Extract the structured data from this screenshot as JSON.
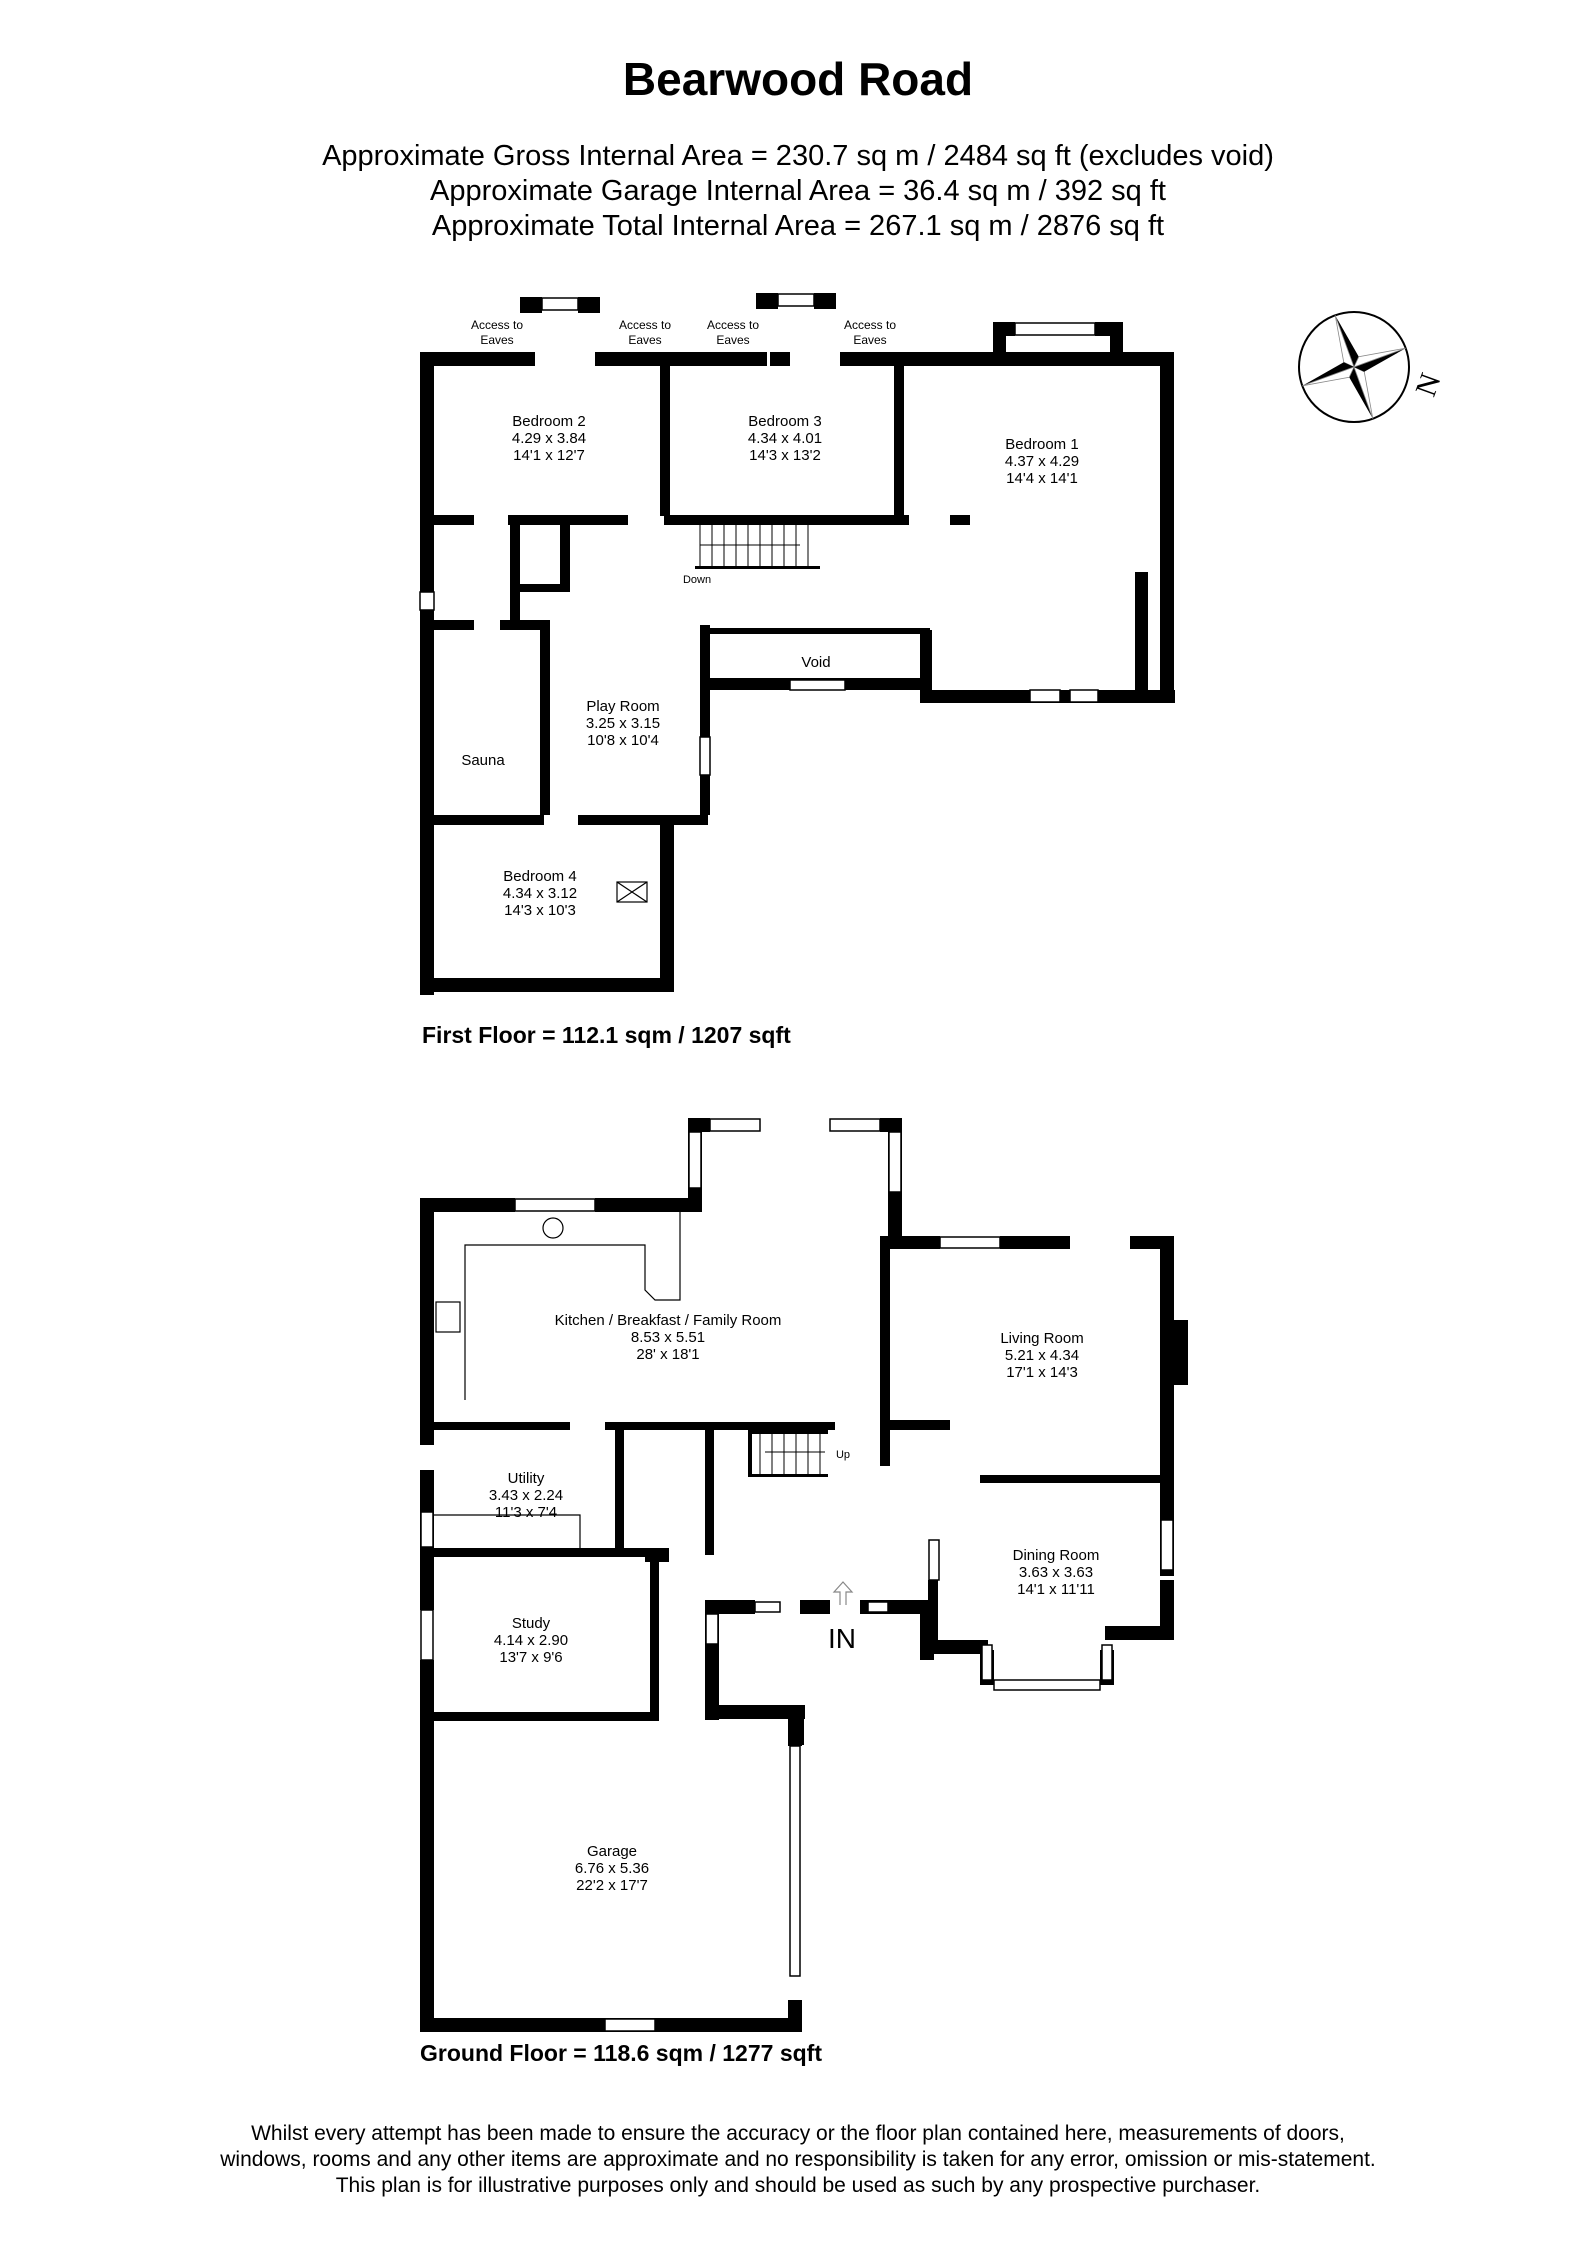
{
  "header": {
    "title": "Bearwood Road",
    "areas": [
      "Approximate Gross Internal Area = 230.7 sq m / 2484 sq ft (excludes void)",
      "Approximate Garage Internal Area = 36.4 sq m / 392 sq ft",
      "Approximate Total Internal Area = 267.1 sq m / 2876 sq ft"
    ]
  },
  "compass": {
    "icon": "compass-rose-icon",
    "north_label": "N"
  },
  "first_floor": {
    "total": "First Floor = 112.1 sqm / 1207 sqft",
    "eaves_label": [
      "Access to",
      "Eaves"
    ],
    "down_label": "Down",
    "void_label": "Void",
    "sauna_label": "Sauna",
    "rooms": [
      {
        "name": "Bedroom 2",
        "metric": "4.29 x 3.84",
        "imperial": "14'1 x 12'7"
      },
      {
        "name": "Bedroom 3",
        "metric": "4.34 x 4.01",
        "imperial": "14'3 x 13'2"
      },
      {
        "name": "Bedroom 1",
        "metric": "4.37 x 4.29",
        "imperial": "14'4 x 14'1"
      },
      {
        "name": "Play Room",
        "metric": "3.25 x 3.15",
        "imperial": "10'8 x 10'4"
      },
      {
        "name": "Bedroom 4",
        "metric": "4.34 x 3.12",
        "imperial": "14'3 x 10'3"
      }
    ]
  },
  "ground_floor": {
    "total": "Ground Floor = 118.6 sqm / 1277 sqft",
    "up_label": "Up",
    "entrance_label": "IN",
    "rooms": [
      {
        "name": "Kitchen / Breakfast / Family Room",
        "metric": "8.53 x 5.51",
        "imperial": "28' x 18'1"
      },
      {
        "name": "Living Room",
        "metric": "5.21 x 4.34",
        "imperial": "17'1 x 14'3"
      },
      {
        "name": "Utility",
        "metric": "3.43 x 2.24",
        "imperial": "11'3 x 7'4"
      },
      {
        "name": "Dining Room",
        "metric": "3.63 x 3.63",
        "imperial": "14'1 x 11'11"
      },
      {
        "name": "Study",
        "metric": "4.14 x 2.90",
        "imperial": "13'7 x 9'6"
      },
      {
        "name": "Garage",
        "metric": "6.76 x 5.36",
        "imperial": "22'2 x 17'7"
      }
    ]
  },
  "disclaimer": [
    "Whilst every attempt has been made to ensure the accuracy or the floor plan contained here, measurements of doors,",
    "windows, rooms and any other items are approximate and no responsibility is taken for any error, omission or mis-statement.",
    "This plan is for illustrative purposes only and should be used as such by any prospective purchaser."
  ]
}
